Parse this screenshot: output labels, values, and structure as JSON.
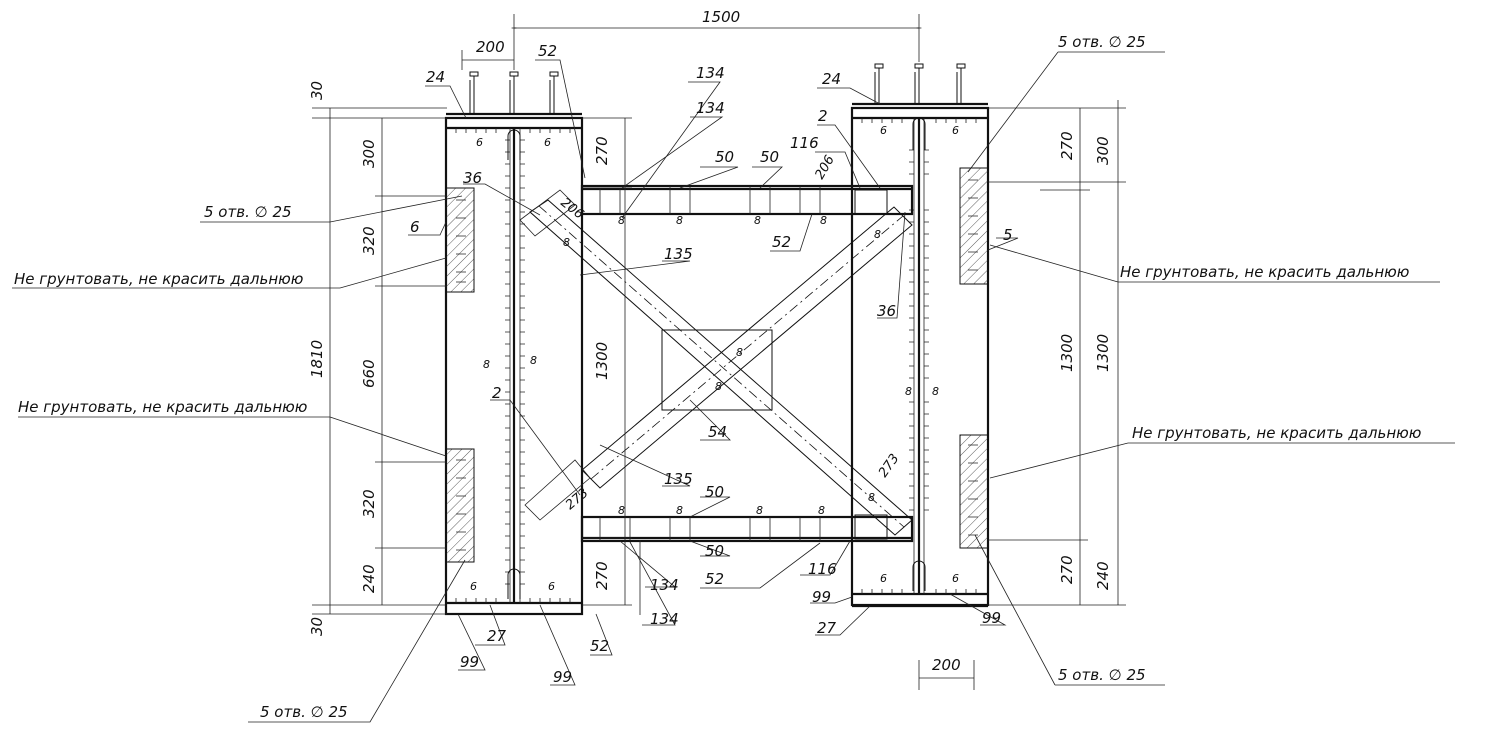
{
  "dimensions": {
    "overall_width": "1500",
    "column_width_top": "200",
    "column_width_bottom": "200",
    "left_chain": [
      "30",
      "300",
      "320",
      "660",
      "320",
      "240",
      "30"
    ],
    "left_total": "1810",
    "left_inner_top": "270",
    "left_inner_mid": "1300",
    "left_inner_bottom": "270",
    "right_inner_top": "270",
    "right_inner_mid": "1300",
    "right_inner_bottom": "270",
    "right_outer_top": "300",
    "right_outer_mid": "1300",
    "right_outer_bottom": "240"
  },
  "notes": {
    "holes_label": "5 отв.",
    "holes_diameter": "25",
    "no_paint_note": "Не грунтовать, не красить дальнюю"
  },
  "marks": {
    "m24": "24",
    "m52": "52",
    "m134": "134",
    "m50": "50",
    "m116": "116",
    "m2": "2",
    "m206": "206",
    "m36": "36",
    "m6": "6",
    "m5": "5",
    "m135": "135",
    "m54": "54",
    "m273": "273",
    "m27": "27",
    "m99": "99",
    "m8": "8"
  }
}
